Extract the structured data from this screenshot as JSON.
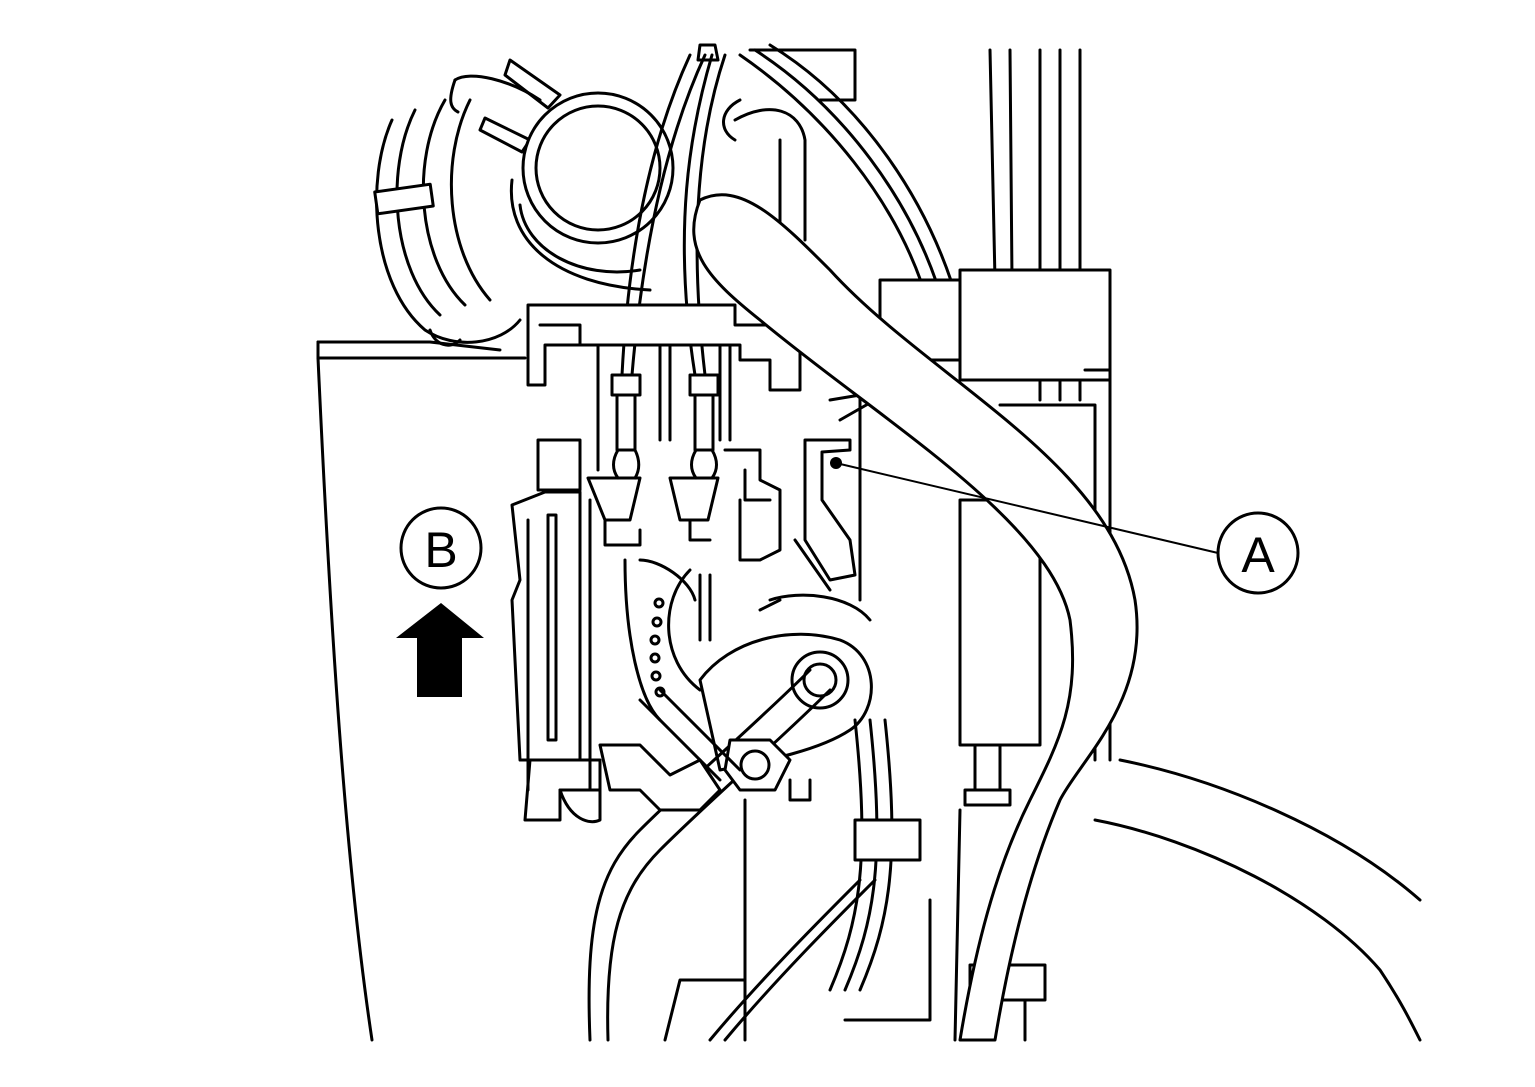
{
  "callouts": {
    "a": {
      "letter": "A"
    },
    "b": {
      "letter": "B"
    }
  },
  "direction_arrow": {
    "direction": "up"
  },
  "colors": {
    "line": "#000000",
    "background": "#ffffff"
  }
}
